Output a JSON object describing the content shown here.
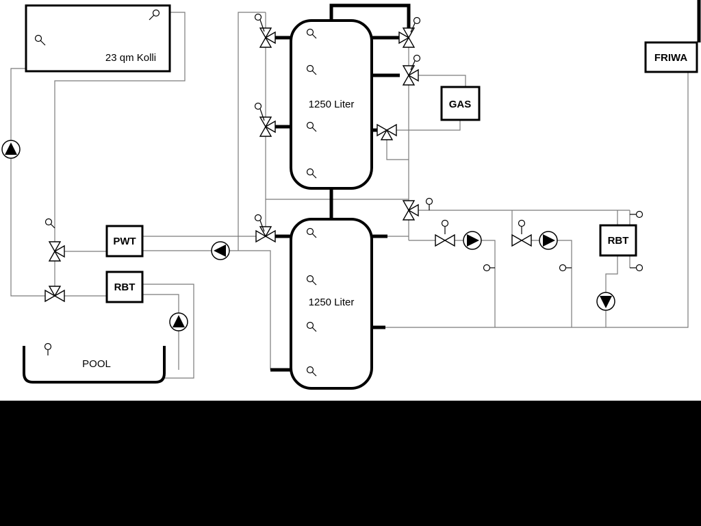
{
  "diagram": {
    "type": "hydraulic-heating-schematic",
    "labels": {
      "collector": "23 qm Kolli",
      "upper_tank": "1250 Liter",
      "lower_tank": "1250 Liter",
      "gas": "GAS",
      "friwa": "FRIWA",
      "pwt": "PWT",
      "rbt_left": "RBT",
      "rbt_right": "RBT",
      "pool": "POOL"
    },
    "colors": {
      "pipe_thin": "#7a7a7a",
      "pipe_thick": "#000000",
      "component_stroke": "#000000",
      "background": "#ffffff",
      "footer_bar": "#000000"
    }
  }
}
